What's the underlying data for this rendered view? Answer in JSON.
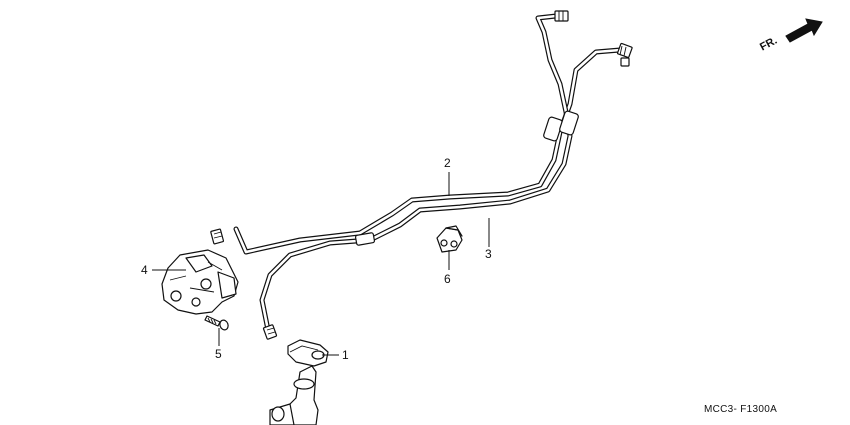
{
  "direction_label": "FR.",
  "figure_code": "MCC3- F1300A",
  "callouts": [
    {
      "number": "1"
    },
    {
      "number": "2"
    },
    {
      "number": "3"
    },
    {
      "number": "4"
    },
    {
      "number": "5"
    },
    {
      "number": "6"
    }
  ]
}
